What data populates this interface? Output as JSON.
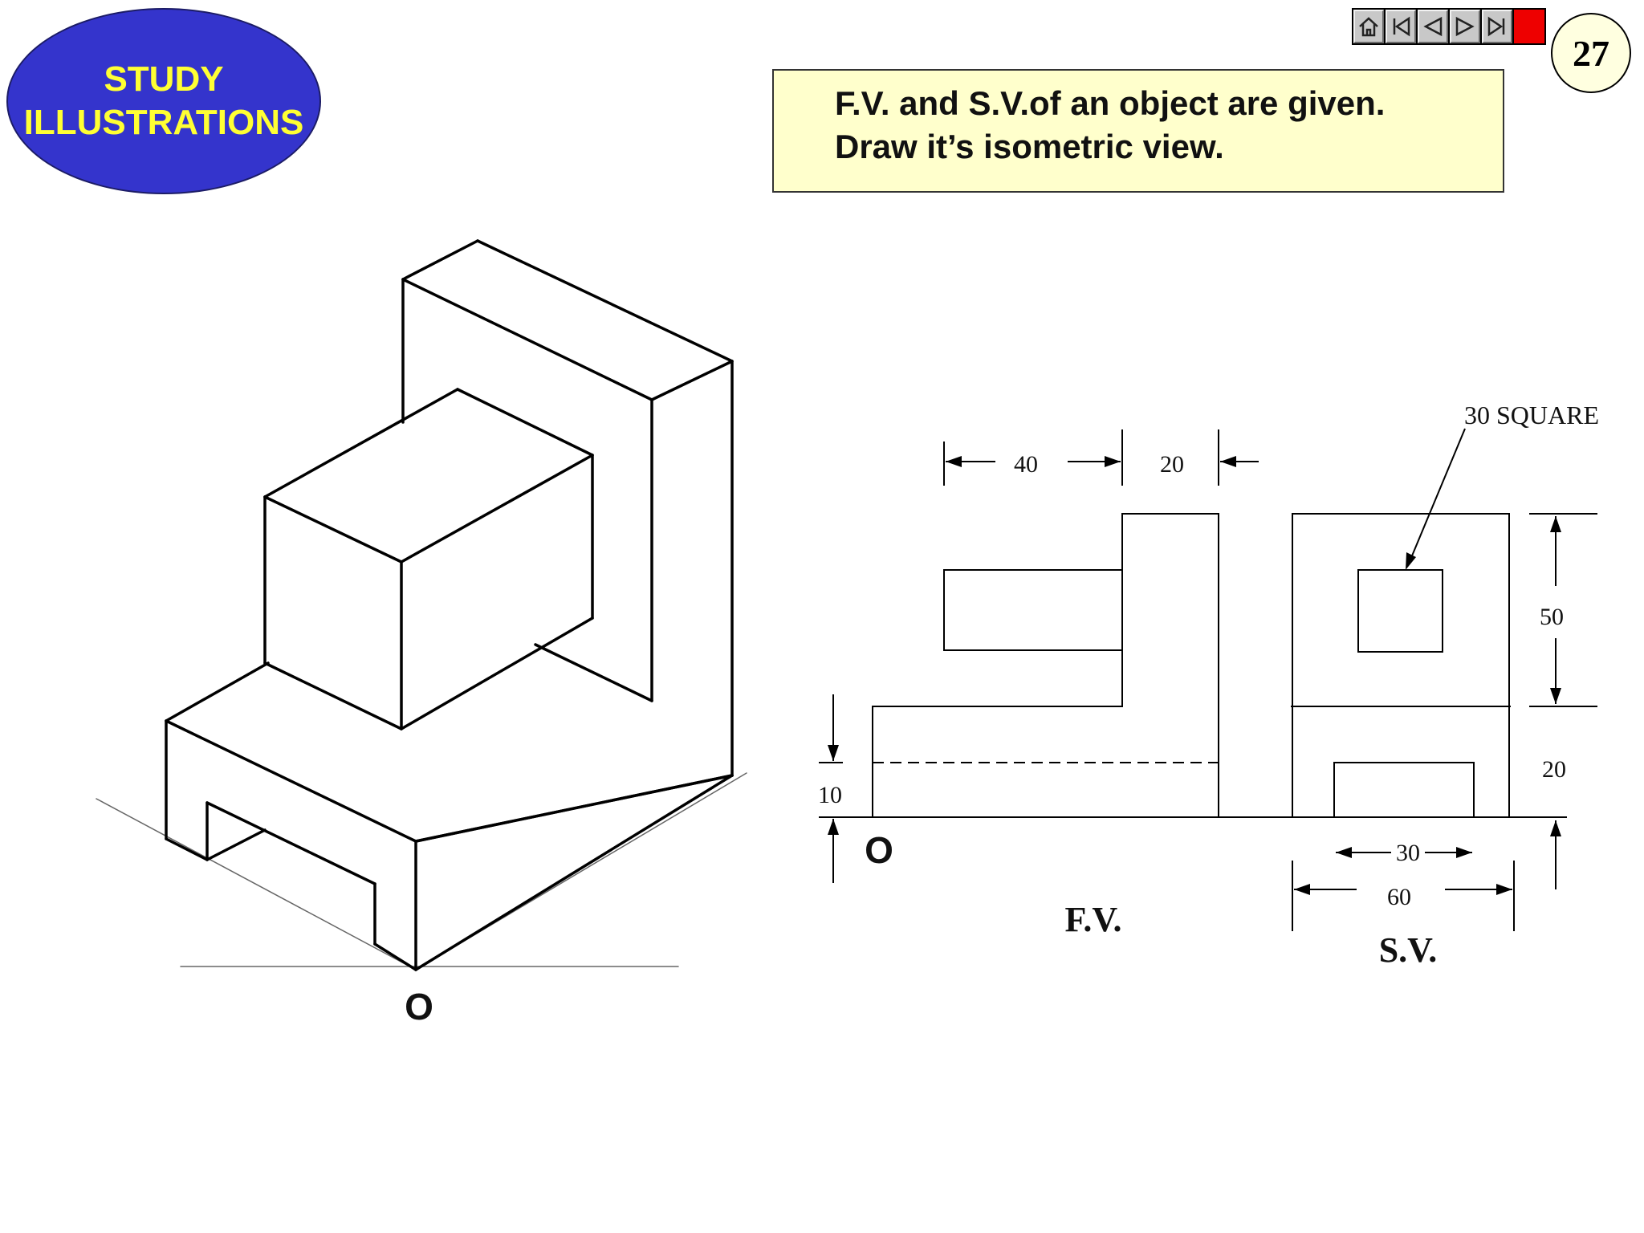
{
  "header": {
    "logo_line1": "STUDY",
    "logo_line2": "ILLUSTRATIONS",
    "page_number": "27"
  },
  "navigation": {
    "buttons": [
      {
        "name": "home",
        "icon": "home-icon"
      },
      {
        "name": "first",
        "icon": "first-page-icon"
      },
      {
        "name": "previous",
        "icon": "previous-icon"
      },
      {
        "name": "next",
        "icon": "next-icon"
      },
      {
        "name": "last",
        "icon": "last-page-icon"
      },
      {
        "name": "stop",
        "icon": "stop-icon"
      }
    ]
  },
  "problem": {
    "line1": "F.V. and S.V.of  an object are given.",
    "line2": "Draw it’s isometric view."
  },
  "isometric": {
    "origin_label": "O"
  },
  "front_view": {
    "label": "F.V.",
    "origin_label": "O",
    "dims": {
      "top_left": "40",
      "top_right": "20",
      "left_height": "10"
    }
  },
  "side_view": {
    "label": "S.V.",
    "square_note": "30 SQUARE",
    "dims": {
      "upper_height": "50",
      "lower_height": "20",
      "slot_width": "30",
      "total_width": "60"
    }
  },
  "colors": {
    "logo_fill": "#3434cc",
    "logo_text": "#ffff33",
    "problem_fill": "#ffffcc",
    "stop_button": "#ee0000"
  }
}
